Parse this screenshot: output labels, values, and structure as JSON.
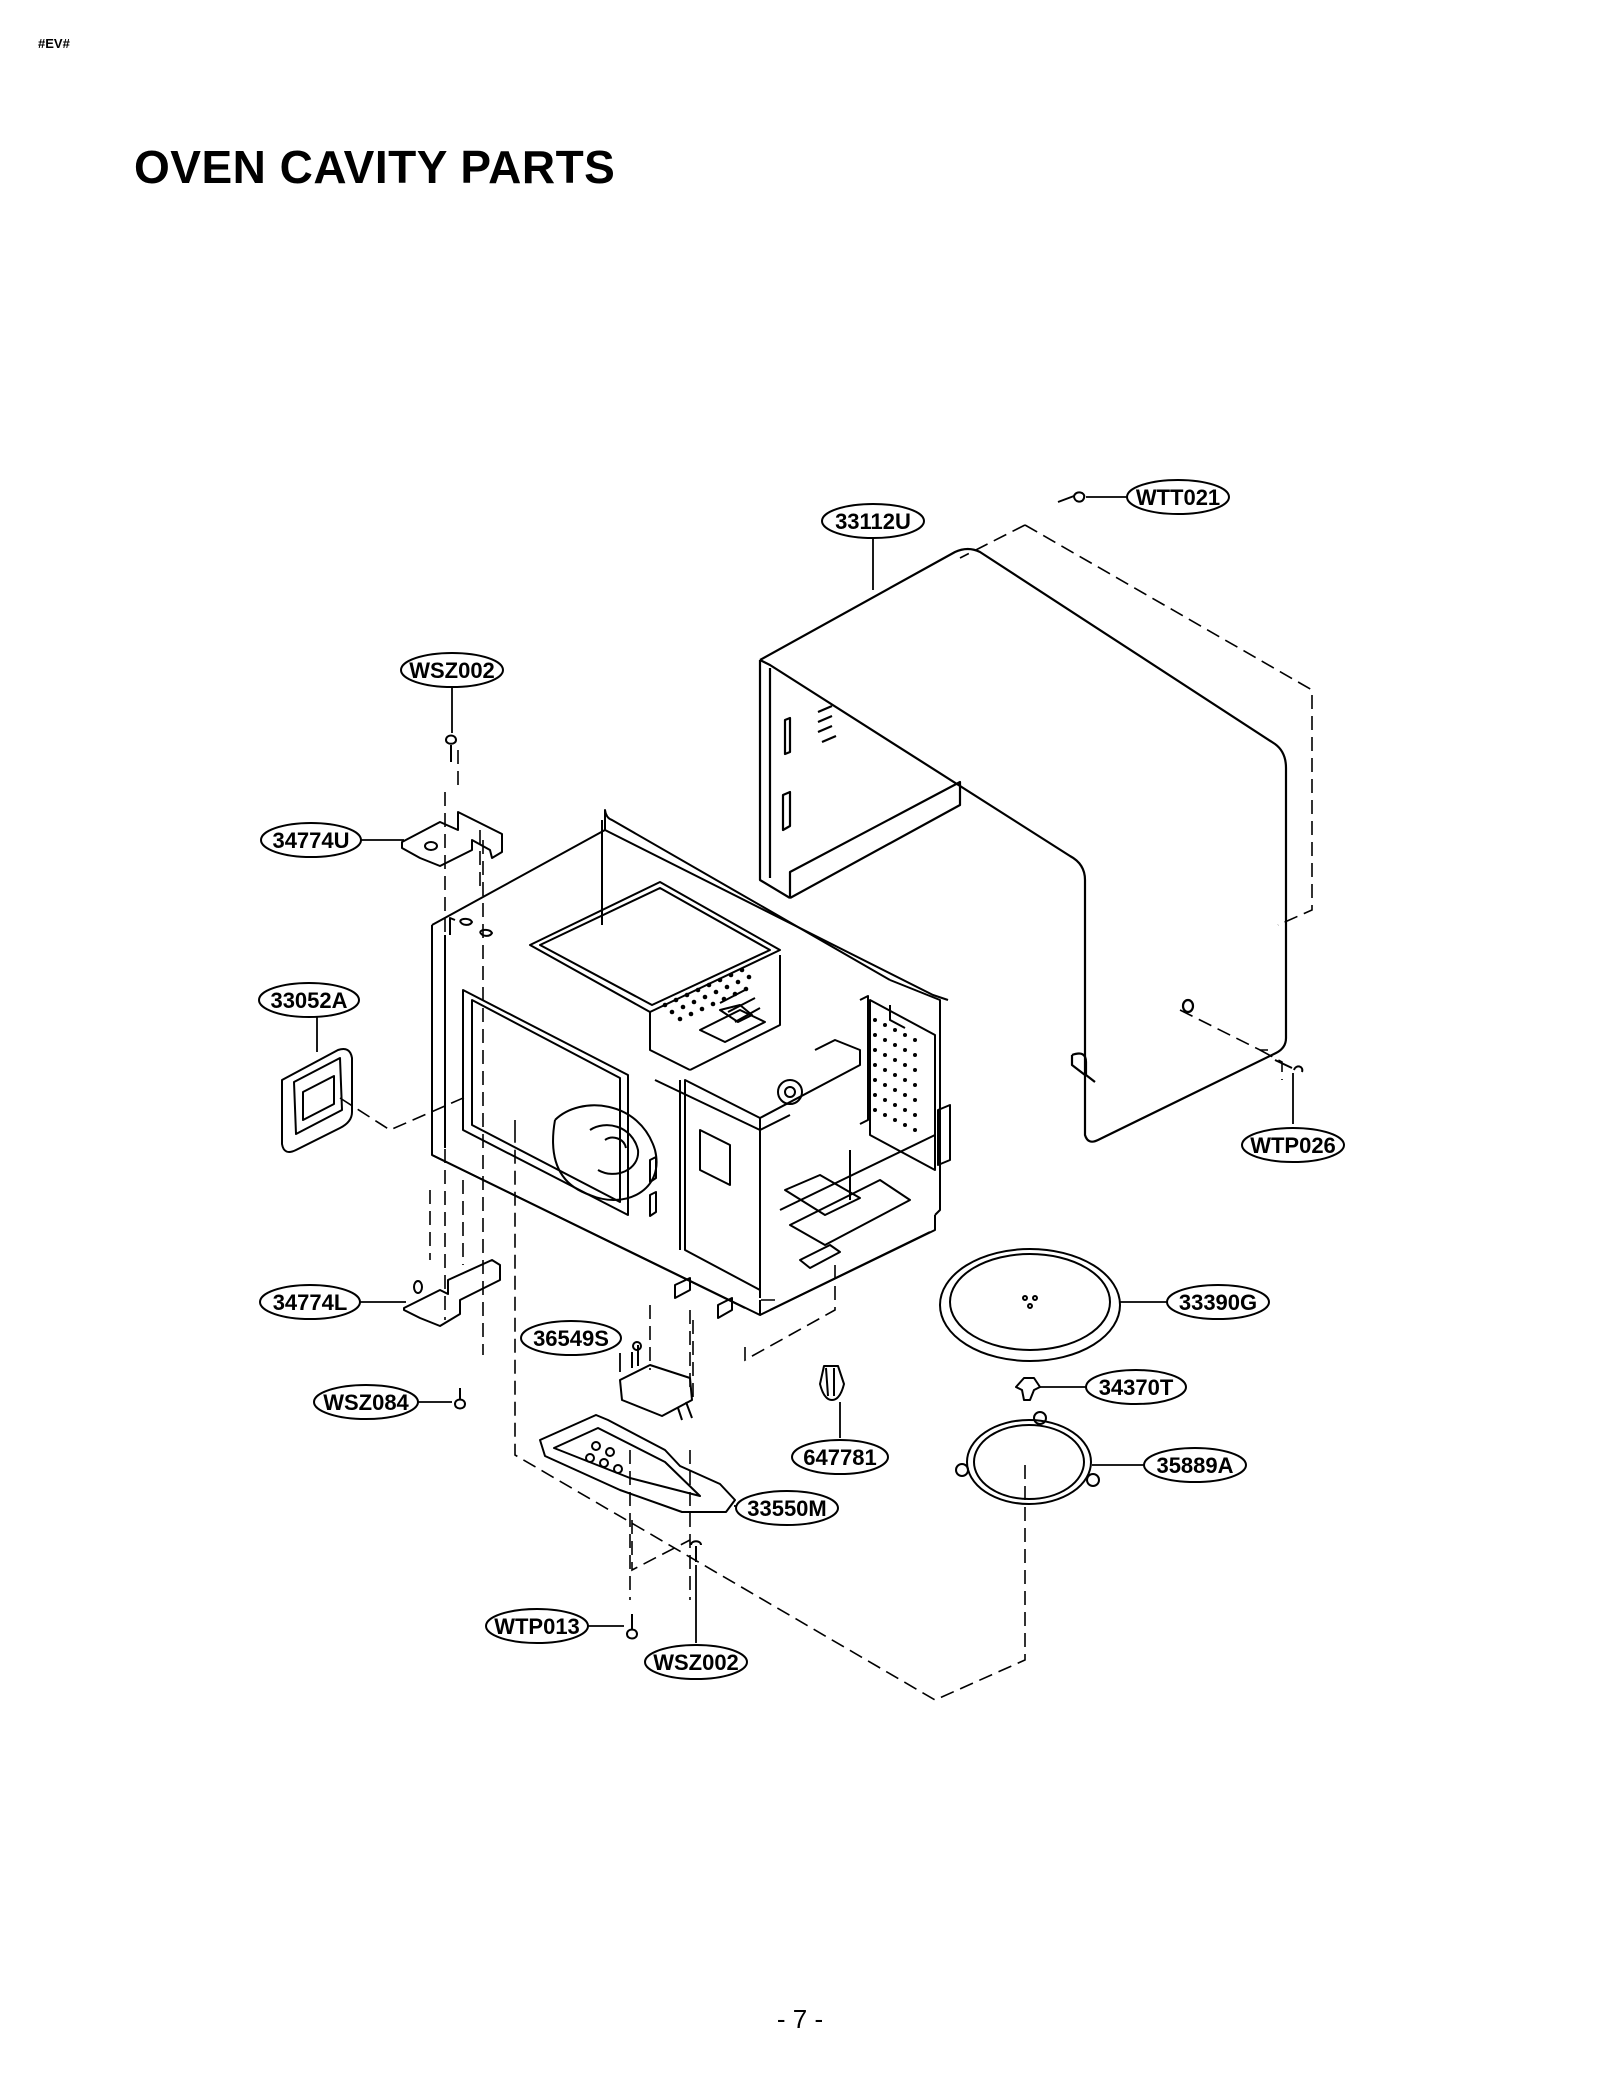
{
  "header_code": "#EV#",
  "title": "OVEN CAVITY PARTS",
  "page_number": "- 7 -",
  "callouts": [
    {
      "id": "wtt021",
      "label": "WTT021"
    },
    {
      "id": "33112u",
      "label": "33112U"
    },
    {
      "id": "wsz002a",
      "label": "WSZ002"
    },
    {
      "id": "34774u",
      "label": "34774U"
    },
    {
      "id": "33052a",
      "label": "33052A"
    },
    {
      "id": "wtp026",
      "label": "WTP026"
    },
    {
      "id": "34774l",
      "label": "34774L"
    },
    {
      "id": "33390g",
      "label": "33390G"
    },
    {
      "id": "36549s",
      "label": "36549S"
    },
    {
      "id": "34370t",
      "label": "34370T"
    },
    {
      "id": "wsz084",
      "label": "WSZ084"
    },
    {
      "id": "647781",
      "label": "647781"
    },
    {
      "id": "35889a",
      "label": "35889A"
    },
    {
      "id": "33550m",
      "label": "33550M"
    },
    {
      "id": "wtp013",
      "label": "WTP013"
    },
    {
      "id": "wsz002b",
      "label": "WSZ002"
    }
  ]
}
